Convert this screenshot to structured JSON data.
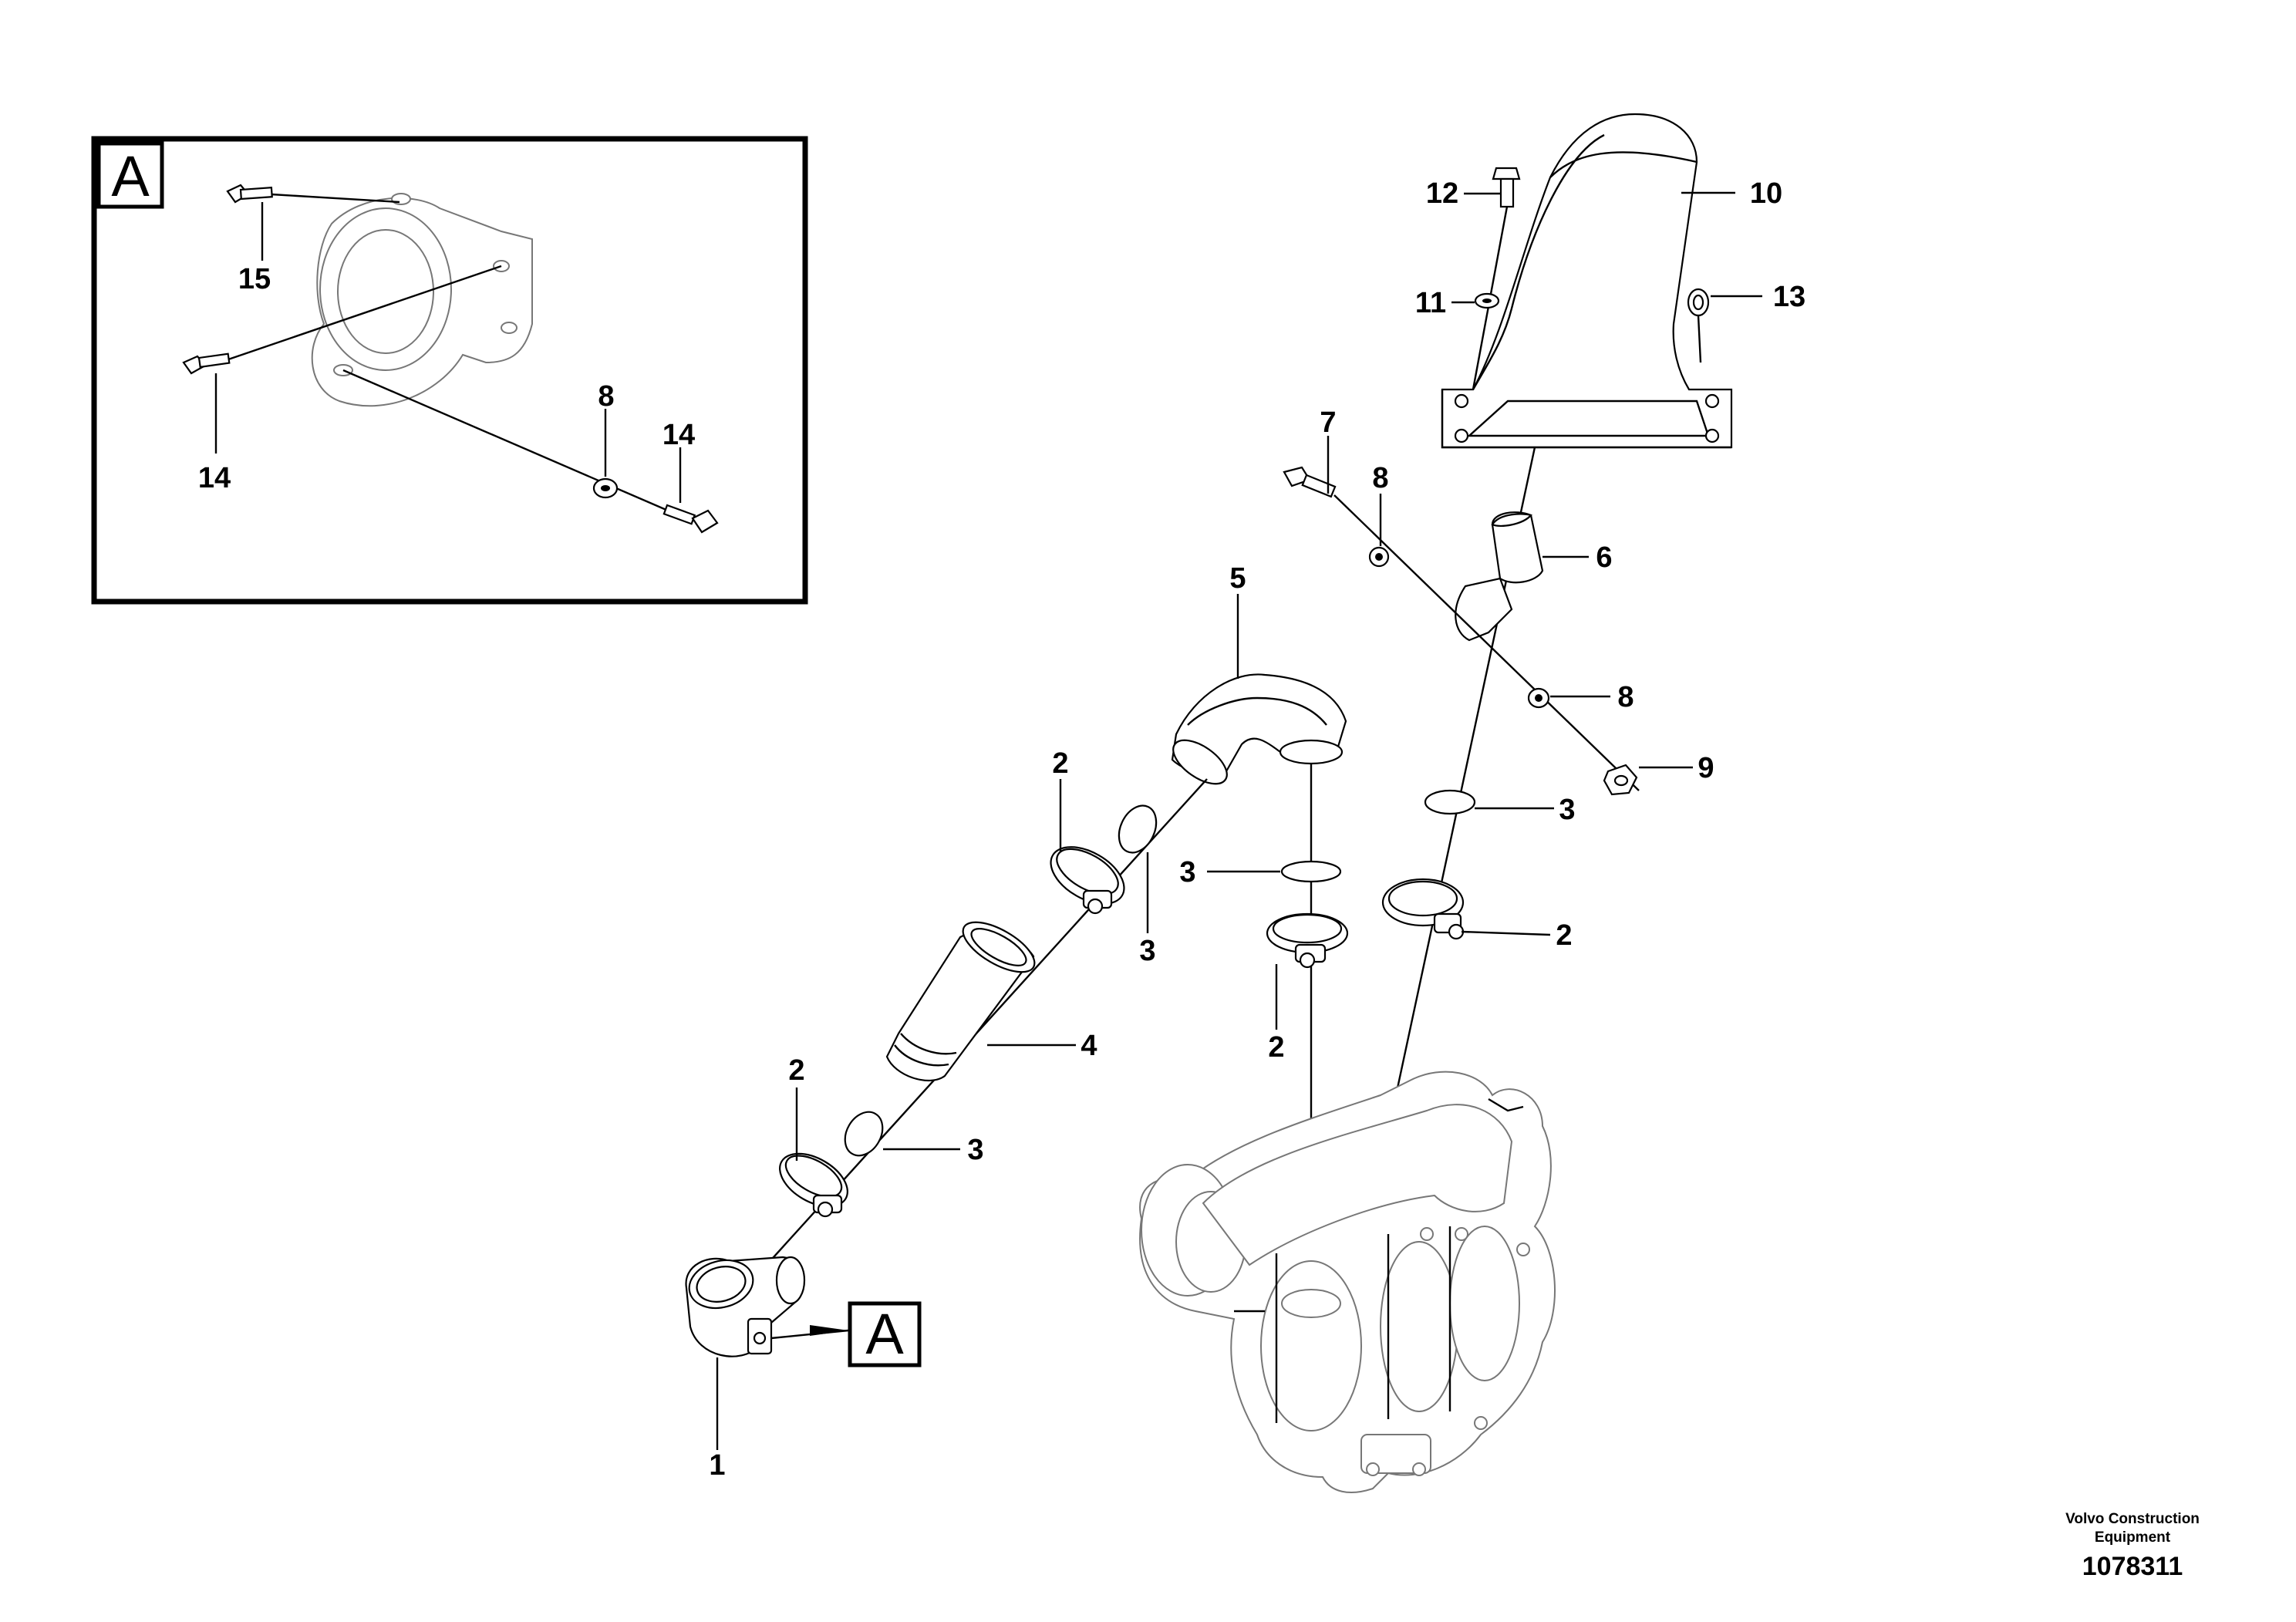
{
  "inset": {
    "badge": "A"
  },
  "reference_marker": "A",
  "callouts": {
    "c1": "1",
    "c2a": "2",
    "c2b": "2",
    "c2c": "2",
    "c2d": "2",
    "c3a": "3",
    "c3b": "3",
    "c3c": "3",
    "c3d": "3",
    "c4": "4",
    "c5": "5",
    "c6": "6",
    "c7": "7",
    "c8a": "8",
    "c8b": "8",
    "c8c": "8",
    "c9": "9",
    "c10": "10",
    "c11": "11",
    "c12": "12",
    "c13": "13",
    "c14a": "14",
    "c14b": "14",
    "c15": "15"
  },
  "footer": {
    "brand_line1": "Volvo Construction",
    "brand_line2": "Equipment",
    "drawing_number": "1078311"
  }
}
